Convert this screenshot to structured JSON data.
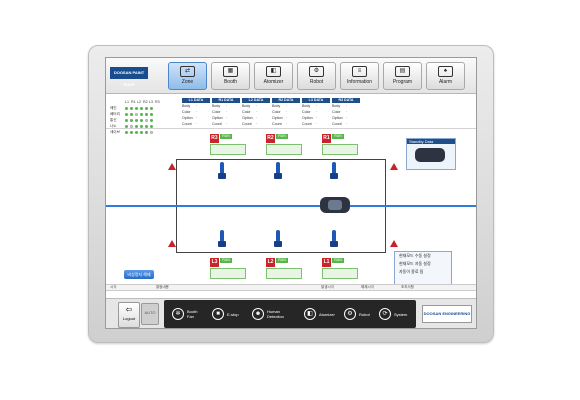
{
  "header": {
    "logo_text": "DOOSAN PAINT SHOP",
    "tabs": [
      {
        "label": "Zone",
        "icon": "zone-icon",
        "active": true
      },
      {
        "label": "Booth",
        "icon": "booth-icon",
        "active": false
      },
      {
        "label": "Atomizer",
        "icon": "atomizer-icon",
        "active": false
      },
      {
        "label": "Robot",
        "icon": "robot-icon",
        "active": false
      },
      {
        "label": "Information",
        "icon": "information-icon",
        "active": false
      },
      {
        "label": "Program",
        "icon": "program-icon",
        "active": false
      },
      {
        "label": "Alarm",
        "icon": "alarm-icon",
        "active": false
      }
    ]
  },
  "zone_table": {
    "headers": [
      "L1",
      "R1",
      "L2",
      "R2",
      "L3",
      "R3"
    ],
    "rows": [
      "메인",
      "배터리",
      "통신",
      "나노",
      "세이브"
    ]
  },
  "data_panels": [
    {
      "title": "L1 DATA"
    },
    {
      "title": "R1 DATA"
    },
    {
      "title": "L2 DATA"
    },
    {
      "title": "R2 DATA"
    },
    {
      "title": "L3 DATA"
    },
    {
      "title": "R3 DATA"
    }
  ],
  "data_fields": [
    "Body",
    "Color",
    "Option",
    "Count"
  ],
  "stations_top": [
    {
      "id": "R3"
    },
    {
      "id": "R2"
    },
    {
      "id": "R1"
    }
  ],
  "stations_bottom": [
    {
      "id": "L3"
    },
    {
      "id": "L2"
    },
    {
      "id": "L1"
    }
  ],
  "standby": {
    "title": "Standby Data"
  },
  "messages": [
    "현재모드 수동 설정",
    "현재모드 자동 설정",
    "자동이 종료 됨"
  ],
  "blue_button": "비상정지 해제",
  "table_columns": [
    "시각",
    "알람내용",
    "발생시각",
    "해제시각",
    "조치사항"
  ],
  "bottom": {
    "logout": "Logout",
    "auto_toggle": "AUTO",
    "actions": [
      {
        "label": "Booth Fan",
        "icon": "fan-icon"
      },
      {
        "label": "E-stop",
        "icon": "estop-icon"
      },
      {
        "label": "Human Detection",
        "icon": "human-icon"
      },
      {
        "label": "Atomizer",
        "icon": "atomizer-icon"
      },
      {
        "label": "Robot",
        "icon": "robot-icon"
      },
      {
        "label": "System",
        "icon": "system-icon"
      }
    ],
    "brand": "DOOSAN ENGINEERING"
  },
  "colors": {
    "accent": "#2f7ddb",
    "alarm": "#c9232b",
    "ok": "#5ab54f",
    "brand": "#1a4d8f"
  }
}
